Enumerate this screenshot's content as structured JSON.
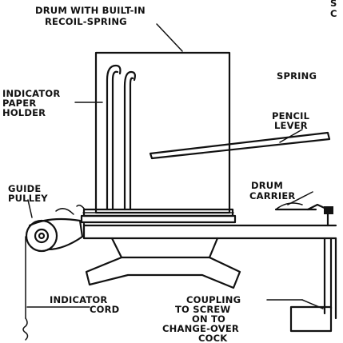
{
  "labels": {
    "drum_line1": "DRUM WITH BUILT-IN",
    "drum_line2": "RECOIL-SPRING",
    "corner_line1": "S",
    "corner_line2": "C",
    "spring": "SPRING",
    "indicator_line1": "INDICATOR",
    "indicator_line2": "PAPER",
    "indicator_line3": "HOLDER",
    "pencil_line1": "PENCIL",
    "pencil_line2": "LEVER",
    "guide_line1": "GUIDE",
    "guide_line2": "PULLEY",
    "drumcarrier_line1": "DRUM",
    "drumcarrier_line2": "CARRIER",
    "cord_line1": "INDICATOR",
    "cord_line2": "CORD",
    "coupling_line1": "COUPLING",
    "coupling_line2": "TO SCREW",
    "coupling_line3": "ON TO",
    "coupling_line4": "CHANGE-OVER",
    "coupling_line5": "COCK"
  }
}
